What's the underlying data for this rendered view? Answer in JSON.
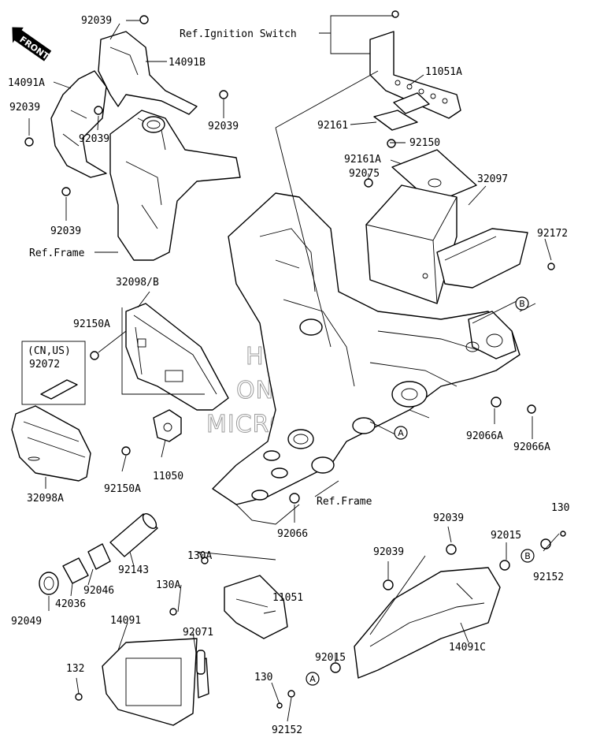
{
  "front_label": "FRONT",
  "watermark": [
    "HLSM",
    "ONLINE",
    "MICROFICHE"
  ],
  "references": {
    "ignition": "Ref.Ignition Switch",
    "frame_upper": "Ref.Frame",
    "frame_lower": "Ref.Frame"
  },
  "callouts": {
    "A1": "A",
    "A2": "A",
    "B1": "B",
    "B2": "B"
  },
  "labels": {
    "p92039_top": "92039",
    "p14091B": "14091B",
    "p14091A": "14091A",
    "p92039_left": "92039",
    "p92039_mid": "92039",
    "p92039_right": "92039",
    "p92039_bottom": "92039",
    "p11051A": "11051A",
    "p92161": "92161",
    "p92150": "92150",
    "p92161A": "92161A",
    "p92075": "92075",
    "p32097": "32097",
    "p92172": "92172",
    "p32098B": "32098/B",
    "p92150A_top": "92150A",
    "cnus": "(CN,US)",
    "p92072": "92072",
    "p32098A": "32098A",
    "p92150A_bot": "92150A",
    "p11050": "11050",
    "p92066A_l": "92066A",
    "p92066A_r": "92066A",
    "p92066": "92066",
    "p92143": "92143",
    "p92046": "92046",
    "p42036": "42036",
    "p92049": "92049",
    "p130A_top": "130A",
    "p130A_left": "130A",
    "p11051": "11051",
    "p92071": "92071",
    "p14091": "14091",
    "p132": "132",
    "p92039_r1": "92039",
    "p92039_r2": "92039",
    "p92015_top": "92015",
    "p130_right": "130",
    "p92152_right": "92152",
    "p14091C": "14091C",
    "p92015_bot": "92015",
    "p130_bot": "130",
    "p92152_bot": "92152"
  }
}
